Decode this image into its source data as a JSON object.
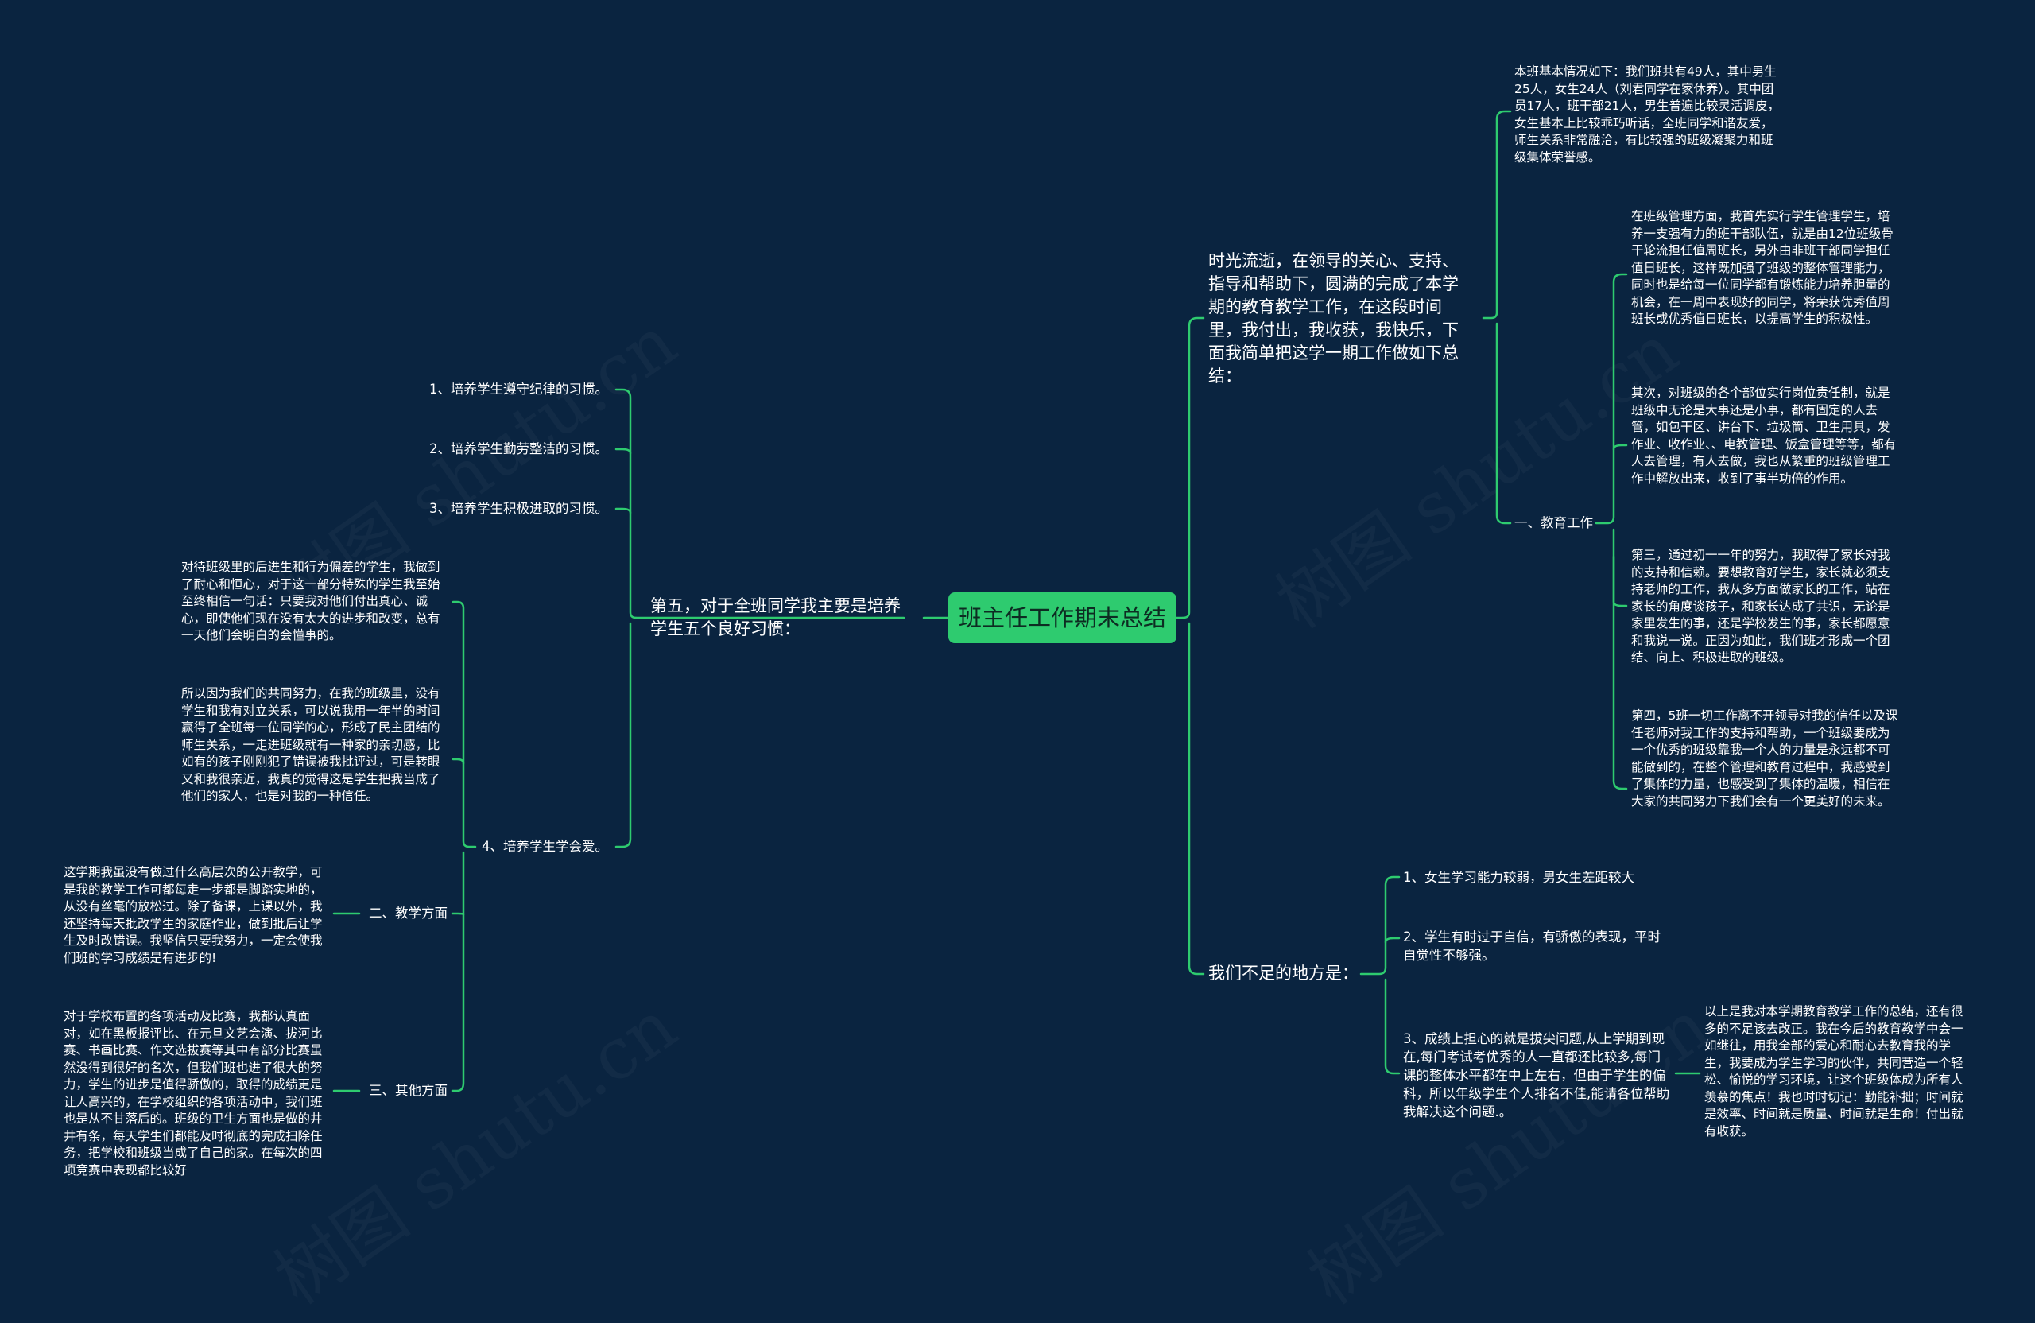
{
  "root": {
    "label": "班主任工作期末总结"
  },
  "left": {
    "habits": {
      "label": "第五，对于全班同学我主要是培养学生五个良好习惯：",
      "items": [
        "1、培养学生遵守纪律的习惯。",
        "2、培养学生勤劳整洁的习惯。",
        "3、培养学生积极进取的习惯。"
      ],
      "love": {
        "label": "4、培养学生学会爱。",
        "texts": [
          "对待班级里的后进生和行为偏差的学生，我做到了耐心和恒心，对于这一部分特殊的学生我至始至终相信一句话：只要我对他们付出真心、诚心，即使他们现在没有太大的进步和改变，总有一天他们会明白的会懂事的。",
          "所以因为我们的共同努力，在我的班级里，没有学生和我有对立关系，可以说我用一年半的时间赢得了全班每一位同学的心，形成了民主团结的师生关系，一走进班级就有一种家的亲切感，比如有的孩子刚刚犯了错误被我批评过，可是转眼又和我很亲近，我真的觉得这是学生把我当成了他们的家人，也是对我的一种信任。"
        ]
      },
      "teaching": {
        "label": "二、教学方面",
        "text": "这学期我虽没有做过什么高层次的公开教学，可是我的教学工作可都每走一步都是脚踏实地的，从没有丝毫的放松过。除了备课，上课以外，我还坚持每天批改学生的家庭作业，做到批后让学生及时改错误。我坚信只要我努力，一定会使我们班的学习成绩是有进步的!"
      },
      "other": {
        "label": "三、其他方面",
        "text": "对于学校布置的各项活动及比赛，我都认真面对，如在黑板报评比、在元旦文艺会演、拔河比赛、书画比赛、作文选拔赛等其中有部分比赛虽然没得到很好的名次，但我们班也进了很大的努力，学生的进步是值得骄傲的，取得的成绩更是让人高兴的，在学校组织的各项活动中，我们班也是从不甘落后的。班级的卫生方面也是做的井井有条，每天学生们都能及时彻底的完成扫除任务，把学校和班级当成了自己的家。在每次的四项竞赛中表现都比较好"
      }
    }
  },
  "right": {
    "intro": {
      "label": "时光流逝，在领导的关心、支持、指导和帮助下，圆满的完成了本学期的教育教学工作，在这段时间里，我付出，我收获，我快乐，下面我简单把这学一期工作做如下总结：",
      "basic": "本班基本情况如下：我们班共有49人，其中男生25人，女生24人（刘君同学在家休养）。其中团员17人，班干部21人，男生普遍比较灵活调皮，女生基本上比较乖巧听话，全班同学和谐友爱，师生关系非常融洽，有比较强的班级凝聚力和班级集体荣誉感。",
      "education": {
        "label": "一、教育工作",
        "texts": [
          "在班级管理方面，我首先实行学生管理学生，培养一支强有力的班干部队伍，就是由12位班级骨干轮流担任值周班长，另外由非班干部同学担任值日班长，这样既加强了班级的整体管理能力，同时也是给每一位同学都有锻炼能力培养胆量的机会，在一周中表现好的同学，将荣获优秀值周班长或优秀值日班长，以提高学生的积极性。",
          "其次，对班级的各个部位实行岗位责任制，就是班级中无论是大事还是小事，都有固定的人去管，如包干区、讲台下、垃圾筒、卫生用具，发作业、收作业、、电教管理、饭盒管理等等，都有人去管理，有人去做，我也从繁重的班级管理工作中解放出来，收到了事半功倍的作用。",
          "第三，通过初一一年的努力，我取得了家长对我的支持和信赖。要想教育好学生，家长就必须支持老师的工作，我从多方面做家长的工作，站在家长的角度谈孩子，和家长达成了共识，无论是家里发生的事，还是学校发生的事，家长都愿意和我说一说。正因为如此，我们班才形成一个团结、向上、积极进取的班级。",
          "第四，5班一切工作离不开领导对我的信任以及课任老师对我工作的支持和帮助，一个班级要成为一个优秀的班级靠我一个人的力量是永远都不可能做到的，在整个管理和教育过程中，我感受到了集体的力量，也感受到了集体的温暖，相信在大家的共同努力下我们会有一个更美好的未来。"
        ]
      }
    },
    "shortcomings": {
      "label": "我们不足的地方是：",
      "items": [
        "1、女生学习能力较弱，男女生差距较大",
        "2、学生有时过于自信，有骄傲的表现，平时自觉性不够强。",
        "3、成绩上担心的就是拔尖问题,从上学期到现在,每门考试考优秀的人一直都还比较多,每门课的整体水平都在中上左右，但由于学生的偏科，所以年级学生个人排名不佳,能请各位帮助我解决这个问题.。"
      ],
      "conclusion": "以上是我对本学期教育教学工作的总结，还有很多的不足该去改正。我在今后的教育教学中会一如继往，用我全部的爱心和耐心去教育我的学生，我要成为学生学习的伙伴，共同营造一个轻松、愉悦的学习环境，让这个班级体成为所有人羡慕的焦点！我也时时切记：勤能补拙；时间就是效率、时间就是质量、时间就是生命！付出就有收获。"
    }
  },
  "watermark": "树图 shutu.cn",
  "colors": {
    "background": "#0a2440",
    "root": "#2ecb6f",
    "line": "#2ecb6f",
    "text": "#ffffff"
  }
}
